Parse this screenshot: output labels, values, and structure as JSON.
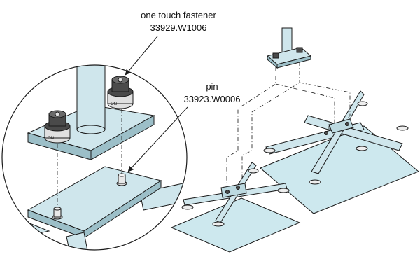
{
  "labels": {
    "fastener_name": "one touch fastener",
    "fastener_part": "33929.W1006",
    "pin_name": "pin",
    "pin_part": "33923.W0006"
  },
  "knob_marking": "ON",
  "colors": {
    "plate": "#cfe6ec",
    "plate_shadow": "#9cbfc8",
    "sheet": "#cde8ee",
    "knob": "#4a4a4a",
    "line": "#1a1a1a",
    "background": "#ffffff"
  }
}
